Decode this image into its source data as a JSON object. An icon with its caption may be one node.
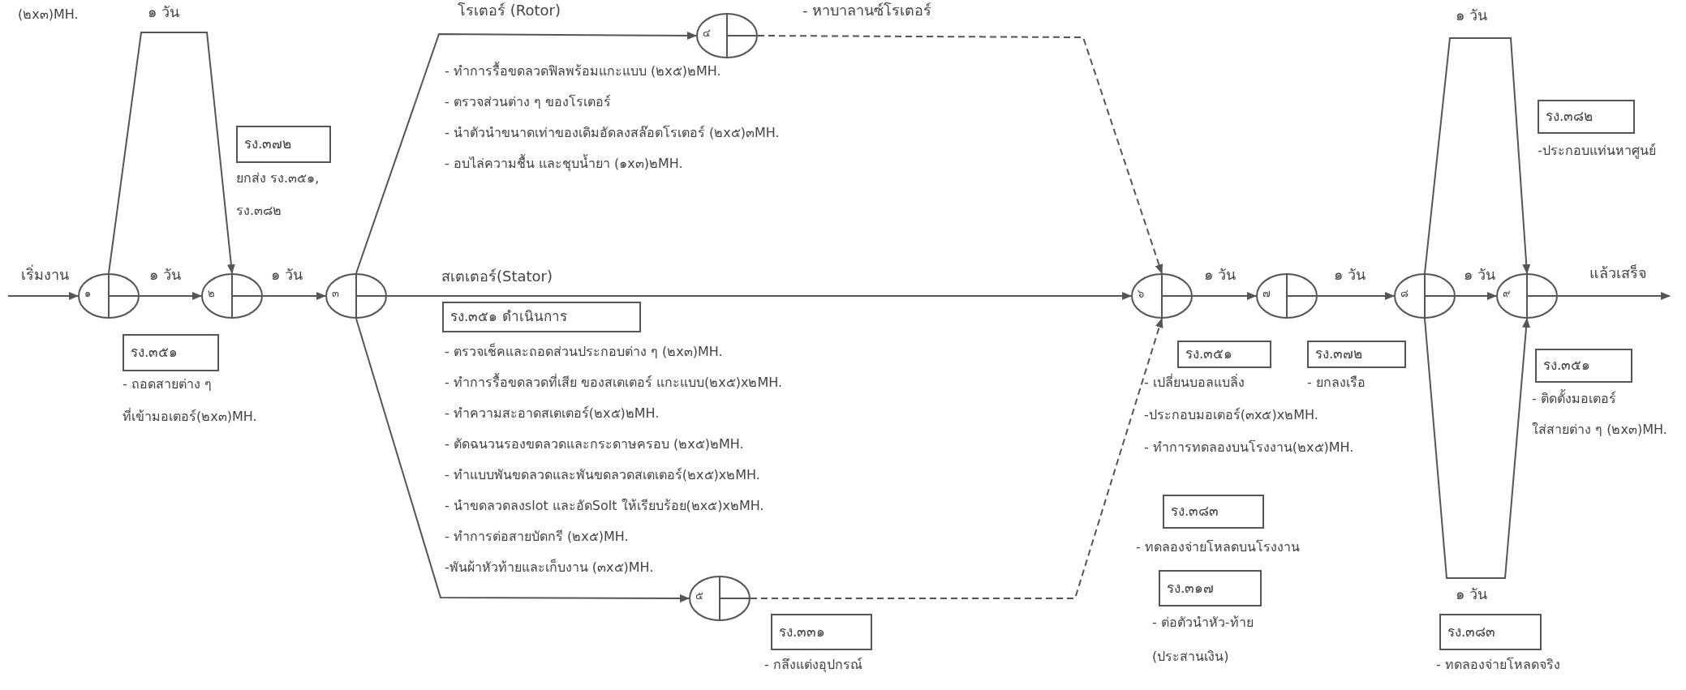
{
  "diagram": {
    "nodes": [
      {
        "text": [
          "๑"
        ]
      },
      {
        "text": [
          "๒"
        ]
      },
      {
        "text": [
          "๓"
        ]
      },
      {
        "text": [
          "๔"
        ]
      },
      {
        "text": [
          "๕"
        ]
      },
      {
        "text": [
          "๖"
        ]
      },
      {
        "text": [
          "๗"
        ]
      },
      {
        "text": [
          "๘"
        ]
      },
      {
        "text": [
          "๙"
        ]
      },
      {
        "text": [
          "รง.๓๗๒"
        ],
        "beside": [
          "ยกส่ง รง.๓๕๑,",
          "รง.๓๘๒"
        ]
      },
      {
        "text": [
          "รง.๓๕๑"
        ],
        "beside": [
          "- ถอดสายต่าง ๆ",
          "ที่เข้ามอเตอร์(๒x๓)MH."
        ]
      },
      {
        "text": [
          "รง.๓๕๑ ดำเนินการ"
        ],
        "beside": [
          "- ตรวจเช็คและถอดส่วนประกอบต่าง ๆ (๒x๓)MH.",
          "- ทำการรื้อขดลวดที่เสีย ของสเตเตอร์ แกะแบบ(๒x๕)x๒MH.",
          "- ทำความสะอาดสเตเตอร์(๒x๕)๒MH.",
          "- ตัดฉนวนรองขดลวดและกระดาษครอบ (๒x๕)๒MH.",
          "- ทำแบบพันขดลวดและพันขดลวดสเตเตอร์(๒x๕)x๒MH.",
          "- นำขดลวดลงslot และอัดSolt ให้เรียบร้อย(๒x๕)x๒MH.",
          "- ทำการต่อสายบัดกรี (๒x๕)MH.",
          "-พันผ้าหัวท้ายและเก็บงาน (๓x๕)MH."
        ]
      },
      {
        "text": [
          "รง.๓๓๑"
        ],
        "beside": [
          "- กลึงแต่งอุปกรณ์"
        ]
      },
      {
        "text": [
          "รง.๓๕๑"
        ],
        "beside": [
          "- เปลี่ยนบอลแบลิ่ง",
          "-ประกอบมอเตอร์(๓x๕)x๒MH.",
          "- ทำการทดลองบนโรงงาน(๒x๕)MH."
        ]
      },
      {
        "text": [
          "รง.๓๗๒"
        ],
        "beside": [
          "- ยกลงเรือ"
        ]
      },
      {
        "text": [
          "รง.๓๘๓"
        ],
        "beside": [
          "- ทดลองจ่ายโหลดบนโรงงาน"
        ]
      },
      {
        "text": [
          "รง.๓๑๗"
        ],
        "beside": [
          "- ต่อตัวนำหัว-ท้าย",
          "(ประสานเงิน)"
        ]
      },
      {
        "text": [
          "รง.๓๘๒"
        ],
        "beside": [
          "-ประกอบแท่นหาศูนย์"
        ]
      },
      {
        "text": [
          "รง.๓๕๑"
        ],
        "beside": [
          "- ติดตั้งมอเตอร์",
          "ใส่สายต่าง ๆ (๒x๓)MH."
        ]
      },
      {
        "text": [
          "รง.๓๘๓"
        ],
        "beside": [
          "- ทดลองจ่ายโหลดจริง"
        ]
      }
    ],
    "edges": [
      {
        "from": null,
        "to": 0,
        "arrow": "to",
        "label": "เริ่มงาน"
      },
      {
        "from": 0,
        "to": 1,
        "arrow": "to",
        "label": "๑ วัน"
      },
      {
        "from": 0,
        "to": 1,
        "arrow": "to",
        "label": "๑ วัน"
      },
      {
        "from": 1,
        "to": 2,
        "arrow": "to",
        "label": "๑ วัน"
      },
      {
        "from": 2,
        "to": 3,
        "arrow": "to",
        "label": "โรเตอร์ (Rotor)"
      },
      {
        "from": 2,
        "to": 5,
        "arrow": "to",
        "label": "สเตเตอร์(Stator)"
      },
      {
        "from": 2,
        "to": 4,
        "arrow": "to"
      },
      {
        "from": 3,
        "to": 5,
        "arrow": "to",
        "style": "dashed",
        "label": "- หาบาลานซ์โรเตอร์"
      },
      {
        "from": 4,
        "to": 5,
        "arrow": "to",
        "style": "dashed"
      },
      {
        "from": 5,
        "to": 6,
        "arrow": "to",
        "label": "๑ วัน"
      },
      {
        "from": 6,
        "to": 7,
        "arrow": "to",
        "label": "๑ วัน"
      },
      {
        "from": 7,
        "to": 8,
        "arrow": "to",
        "label": "๑ วัน"
      },
      {
        "from": 7,
        "to": 8,
        "arrow": "to",
        "label": "๑ วัน"
      },
      {
        "from": 7,
        "to": 8,
        "arrow": "to",
        "label": "๑ วัน"
      },
      {
        "from": 8,
        "to": null,
        "arrow": "to",
        "label": "แล้วเสร็จ"
      }
    ],
    "labels": [
      "(๒x๓)MH.",
      "- ทำการรื้อขดลวดฟิลพร้อมแกะแบบ (๒x๕)๒MH.",
      "- ตรวจส่วนต่าง ๆ ของโรเตอร์",
      "- นำตัวนำขนาดเท่าของเดิมอัดลงสล๊อตโรเตอร์ (๒x๕)๓MH.",
      "- อบไล่ความชื้น และชุบน้ำยา (๑x๓)๒MH."
    ]
  }
}
